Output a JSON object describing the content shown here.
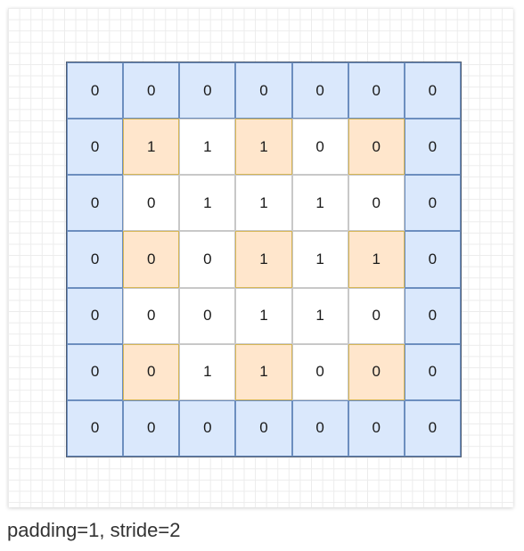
{
  "caption": "padding=1, stride=2",
  "grid": [
    [
      "0",
      "0",
      "0",
      "0",
      "0",
      "0",
      "0"
    ],
    [
      "0",
      "1",
      "1",
      "1",
      "0",
      "0",
      "0"
    ],
    [
      "0",
      "0",
      "1",
      "1",
      "1",
      "0",
      "0"
    ],
    [
      "0",
      "0",
      "0",
      "1",
      "1",
      "1",
      "0"
    ],
    [
      "0",
      "0",
      "0",
      "1",
      "1",
      "0",
      "0"
    ],
    [
      "0",
      "0",
      "1",
      "1",
      "0",
      "0",
      "0"
    ],
    [
      "0",
      "0",
      "0",
      "0",
      "0",
      "0",
      "0"
    ]
  ],
  "colors": {
    "padding_fill": "#dae8fc",
    "padding_border": "#6c8ebf",
    "stride_fill": "#ffe6cc",
    "stride_border": "#d6b656",
    "inner_fill": "#ffffff"
  }
}
